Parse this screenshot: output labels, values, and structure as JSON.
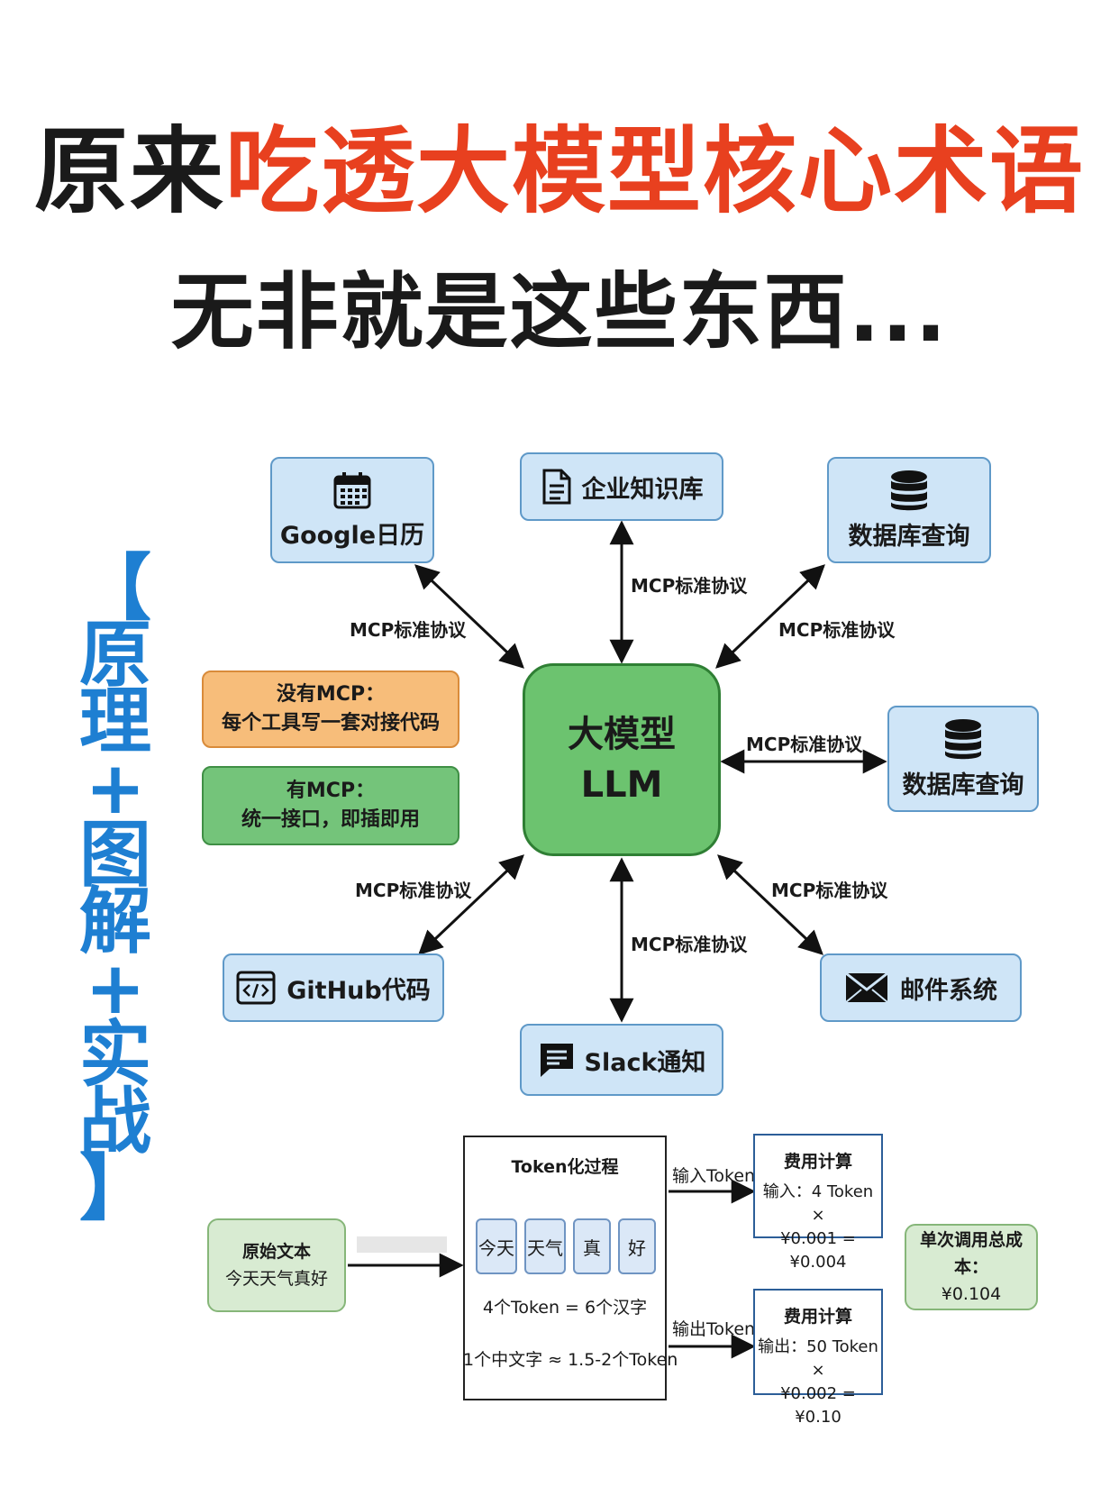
{
  "title": {
    "line1_black": "原来",
    "line1_red": "吃透大模型核心术语",
    "line2": "无非就是这些东西..."
  },
  "side_label": [
    "【",
    "原",
    "理",
    "+",
    "图",
    "解",
    "+",
    "实",
    "战",
    "】"
  ],
  "mcp": {
    "center": {
      "line1": "大模型",
      "line2": "LLM"
    },
    "nodes": {
      "google": "Google日历",
      "kb": "企业知识库",
      "db_top": "数据库查询",
      "db_right": "数据库查询",
      "github": "GitHub代码",
      "slack": "Slack通知",
      "mail": "邮件系统"
    },
    "edge_label": "MCP标准协议",
    "no_mcp": {
      "line1": "没有MCP：",
      "line2": "每个工具写一套对接代码"
    },
    "with_mcp": {
      "line1": "有MCP：",
      "line2": "统一接口，即插即用"
    }
  },
  "token": {
    "source": {
      "line1": "原始文本",
      "line2": "今天天气真好"
    },
    "process_title": "Token化过程",
    "tokens": [
      "今天",
      "天气",
      "真",
      "好"
    ],
    "count_note": "4个Token = 6个汉字",
    "ratio_note": "1个中文字 ≈ 1.5-2个Token",
    "input_label": "输入Token",
    "output_label": "输出Token",
    "fee_in": {
      "title": "费用计算",
      "line1": "输入：4 Token ×",
      "line2": "¥0.001 = ¥0.004"
    },
    "fee_out": {
      "title": "费用计算",
      "line1": "输出：50 Token ×",
      "line2": "¥0.002 = ¥0.10"
    },
    "total": {
      "line1": "单次调用总成本：",
      "line2": "¥0.104"
    }
  },
  "colors": {
    "accent_red": "#e8401f",
    "side_blue": "#1e7fd2",
    "node_blue": "#cfe5f7",
    "llm_green": "#6cc36f",
    "orange": "#f7bd7a"
  }
}
